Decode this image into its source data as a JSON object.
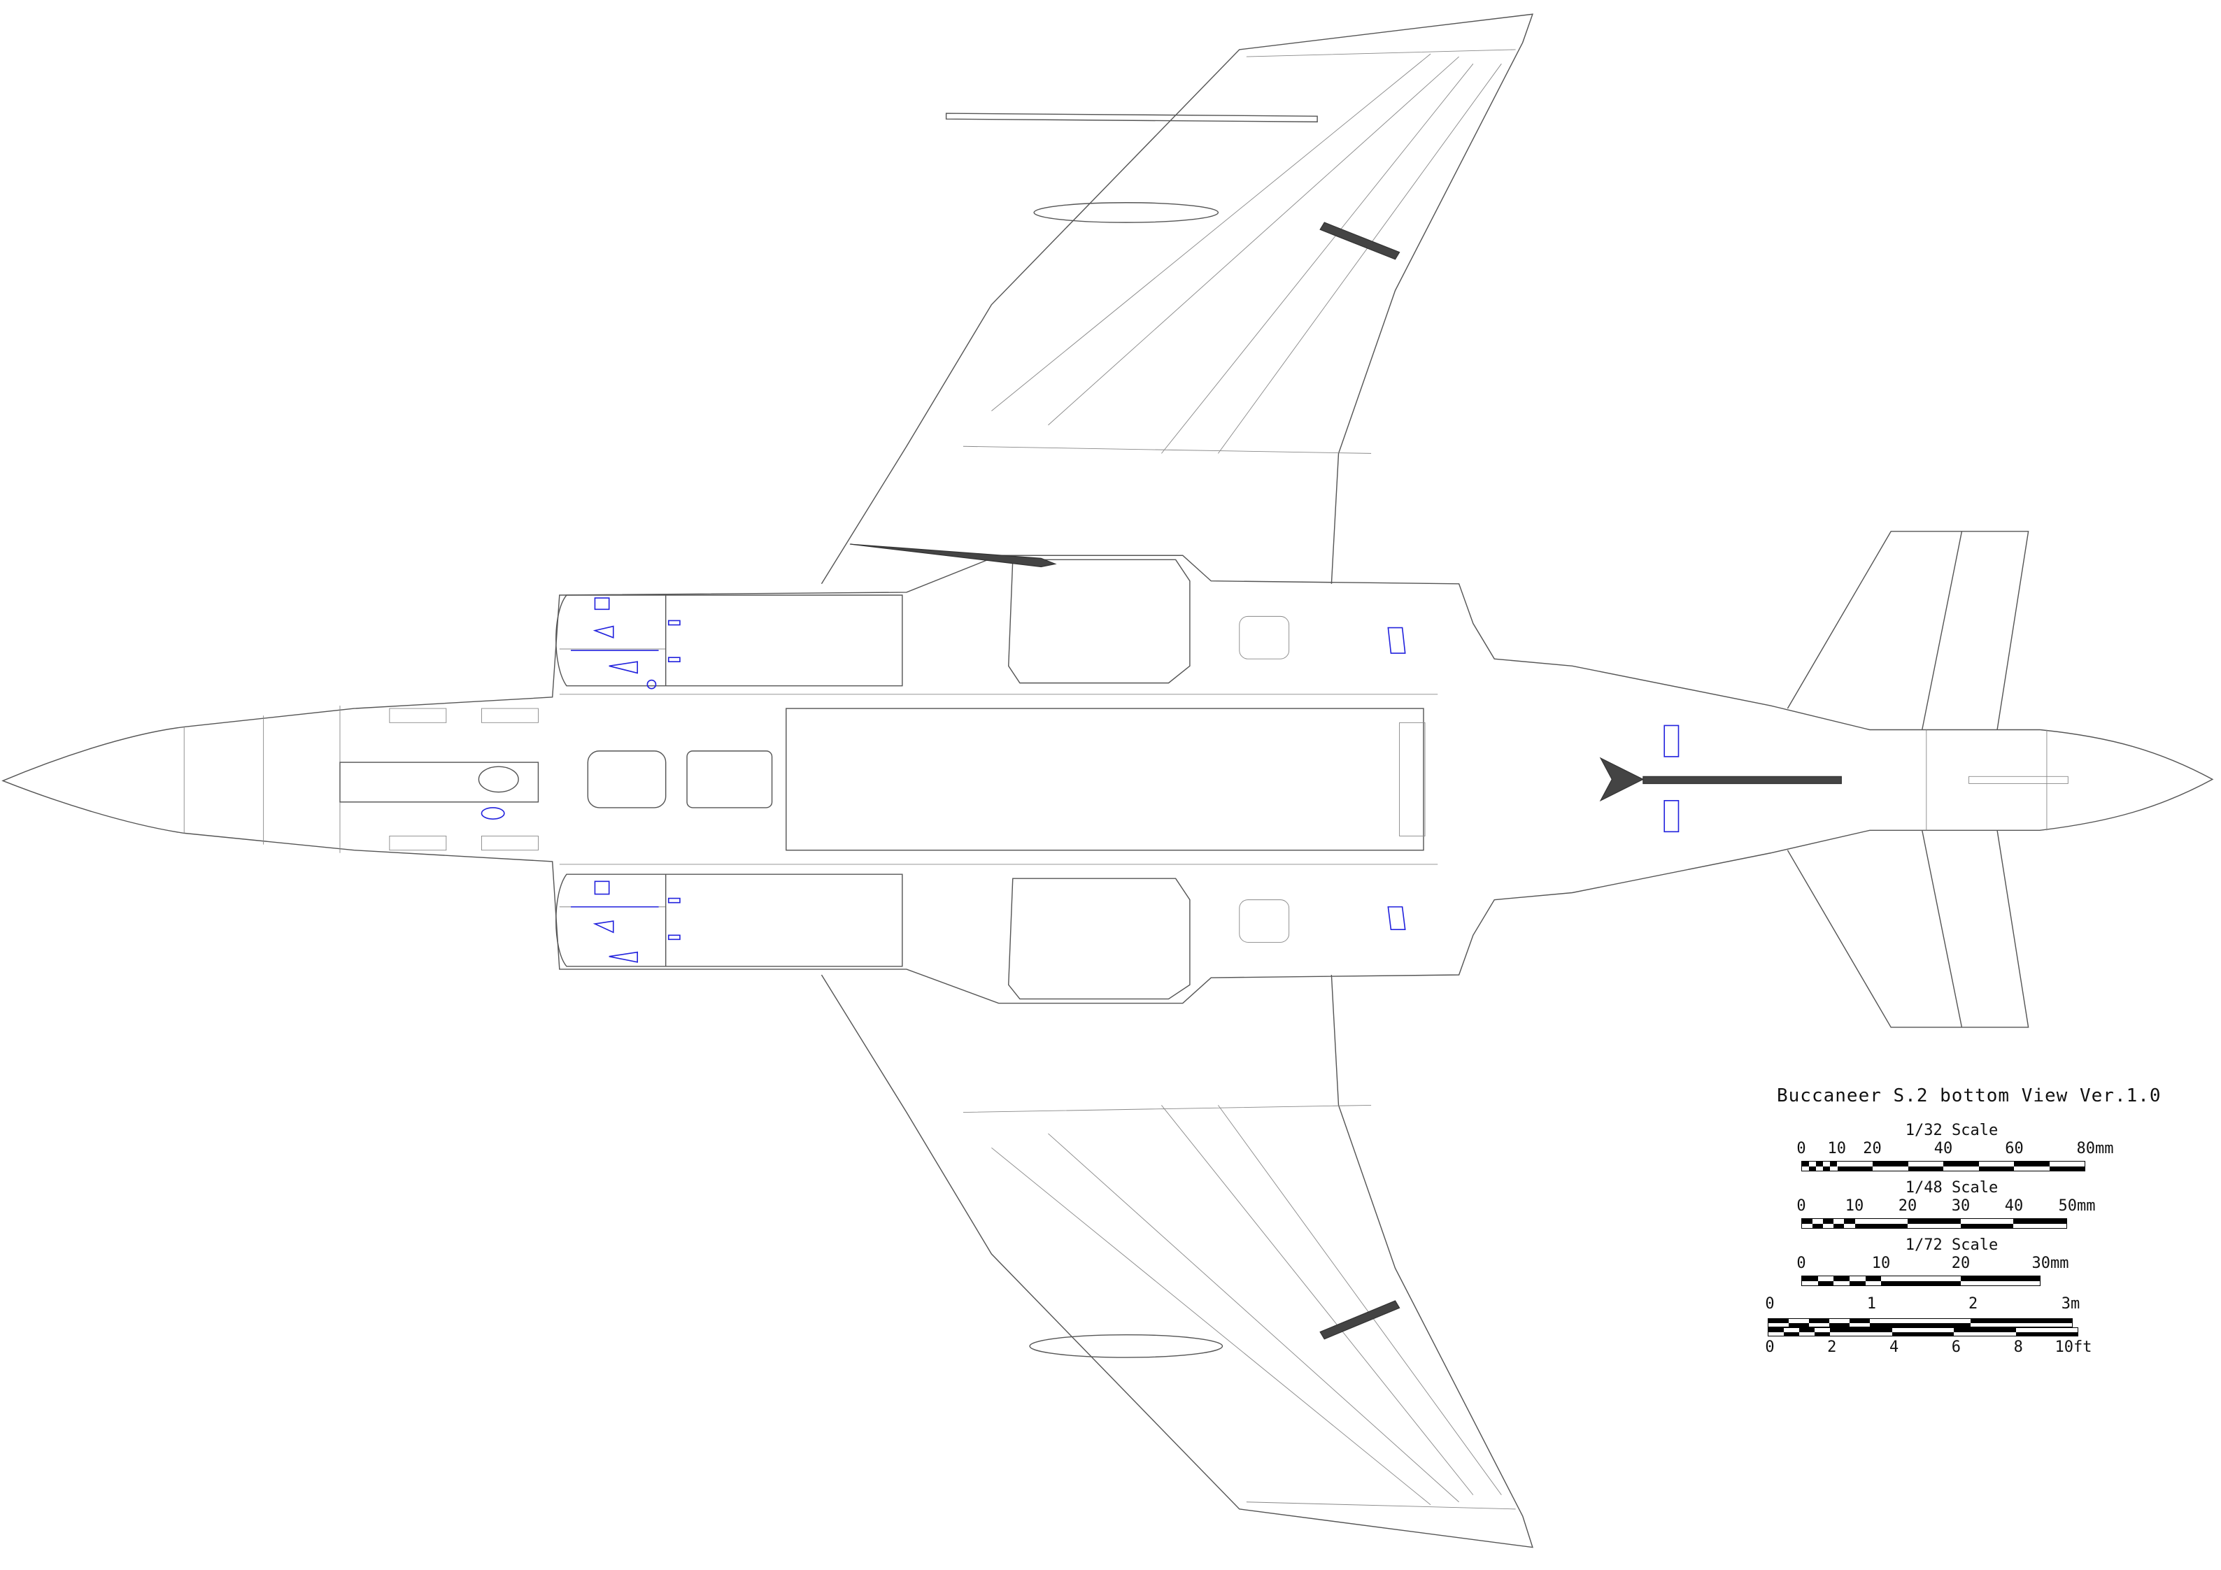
{
  "title": "Buccaneer S.2  bottom View Ver.1.0",
  "colors": {
    "line": "#555555",
    "detail_blue": "#2222dd",
    "bar": "#000000"
  },
  "scales": [
    {
      "label": "1/32 Scale",
      "unit": "mm",
      "max": 80,
      "ticks": [
        "0",
        "10",
        "20",
        "40",
        "60",
        "80mm"
      ],
      "tick_values": [
        0,
        10,
        20,
        40,
        60,
        80
      ],
      "fine_divisions": [
        0,
        2,
        4,
        6,
        8,
        10
      ],
      "coarse_step": 10
    },
    {
      "label": "1/48 Scale",
      "unit": "mm",
      "max": 50,
      "ticks": [
        "0",
        "10",
        "20",
        "30",
        "40",
        "50mm"
      ],
      "tick_values": [
        0,
        10,
        20,
        30,
        40,
        50
      ],
      "fine_divisions": [
        0,
        2,
        4,
        6,
        8,
        10
      ],
      "coarse_step": 10
    },
    {
      "label": "1/72 Scale",
      "unit": "mm",
      "max": 30,
      "ticks": [
        "0",
        "10",
        "20",
        "30mm"
      ],
      "tick_values": [
        0,
        10,
        20,
        30
      ],
      "fine_divisions": [
        0,
        2,
        4,
        6,
        8,
        10
      ],
      "coarse_step": 10
    }
  ],
  "real_scale": {
    "meters": {
      "max": 3,
      "ticks": [
        "0",
        "1",
        "2",
        "3m"
      ],
      "tick_values": [
        0,
        1,
        2,
        3
      ]
    },
    "feet": {
      "max": 10,
      "ticks": [
        "0",
        "2",
        "4",
        "6",
        "8",
        "10ft"
      ],
      "tick_values": [
        0,
        2,
        4,
        6,
        8,
        10
      ]
    }
  }
}
